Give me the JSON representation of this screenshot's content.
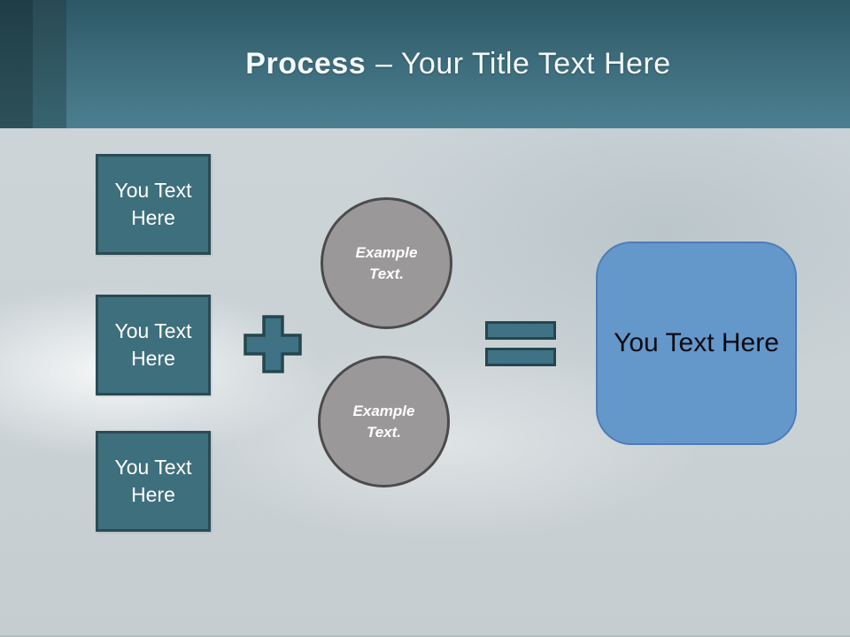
{
  "slide": {
    "title": {
      "keyword": "Process",
      "rest": "– Your Title Text Here"
    },
    "input_boxes": [
      {
        "lines": [
          "You Text",
          "Here"
        ]
      },
      {
        "lines": [
          "You Text",
          "Here"
        ]
      },
      {
        "lines": [
          "You Text",
          "Here"
        ]
      }
    ],
    "example_circles": [
      {
        "lines": [
          "Example",
          "Text."
        ]
      },
      {
        "lines": [
          "Example",
          "Text."
        ]
      }
    ],
    "result_box": {
      "label": "You Text Here"
    },
    "colors": {
      "header_teal_top": "#2d5765",
      "header_teal_bottom": "#4b7f90",
      "side_band_dark": "#203d46",
      "side_band_mid": "#294a54",
      "content_bg": "#cbd3d6",
      "box_teal_fill": "#3e6f7c",
      "box_teal_border": "#294b55",
      "circle_gray_fill": "#9b9899",
      "circle_gray_border": "#4b4b4b",
      "operator_fill": "#3f7284",
      "operator_border": "#25464f",
      "result_blue_fill": "#6598ca",
      "result_blue_border": "#4d7cb6",
      "title_text": "#f4f9fa"
    }
  }
}
